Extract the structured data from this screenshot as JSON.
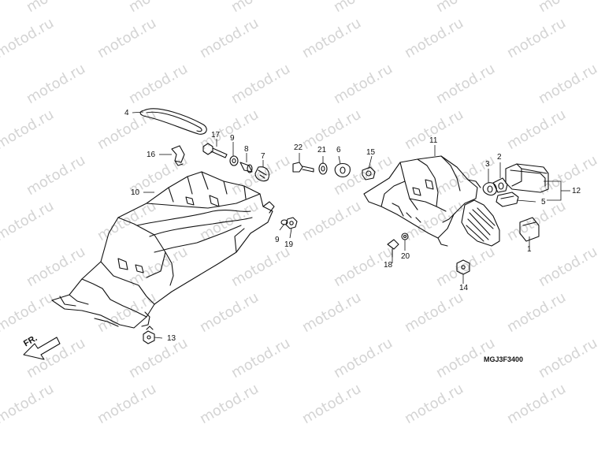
{
  "watermark": "motod.ru",
  "diagram_code": "MGJ3F3400",
  "direction_label": "FR.",
  "callouts": {
    "p1": "1",
    "p2": "2",
    "p3": "3",
    "p4": "4",
    "p5": "5",
    "p6": "6",
    "p7": "7",
    "p8": "8",
    "p9a": "9",
    "p9b": "9",
    "p10": "10",
    "p11": "11",
    "p12": "12",
    "p13": "13",
    "p14": "14",
    "p15": "15",
    "p16": "16",
    "p17": "17",
    "p18": "18",
    "p19": "19",
    "p20": "20",
    "p21": "21",
    "p22": "22"
  }
}
